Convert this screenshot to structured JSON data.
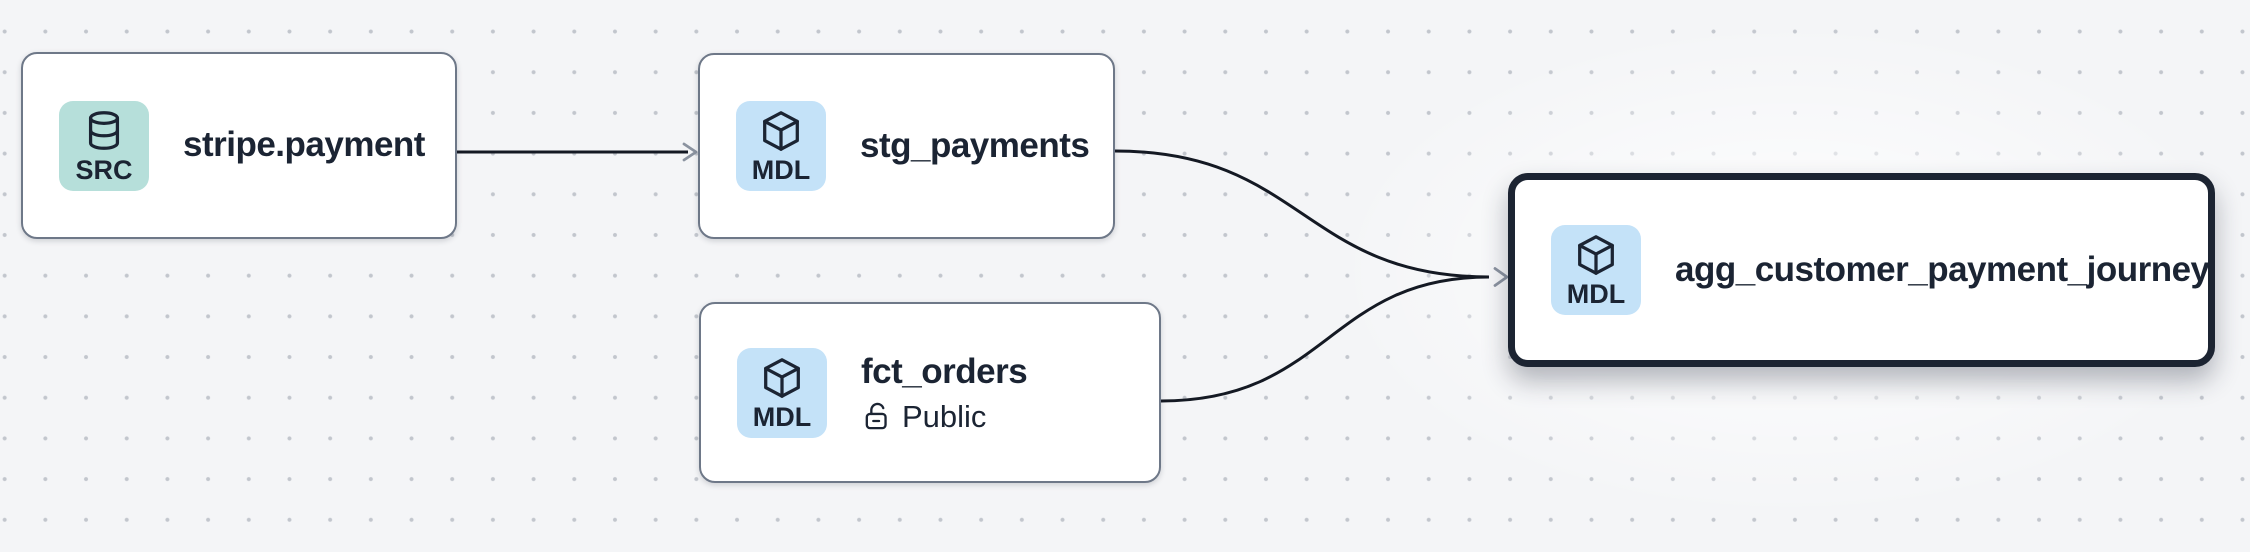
{
  "canvas": {
    "background": "#f4f5f7",
    "dot_color": "#c2c6cd"
  },
  "colors": {
    "node_border": "#6e7888",
    "selected_border": "#1c2432",
    "edge": "#141923",
    "arrowhead": "#8b93a0",
    "text": "#1b2433",
    "source_badge": "#b6dfda",
    "model_badge": "#c4e2f8",
    "node_fill": "#ffffff"
  },
  "nodes": [
    {
      "title": "stripe.payment",
      "badge": "SRC",
      "icon": "database-icon",
      "type": "source",
      "selected": false
    },
    {
      "title": "stg_payments",
      "badge": "MDL",
      "icon": "cube-icon",
      "type": "model",
      "selected": false
    },
    {
      "title": "fct_orders",
      "badge": "MDL",
      "icon": "cube-icon",
      "type": "model",
      "access": "Public",
      "access_icon": "lock-open-icon",
      "selected": false
    },
    {
      "title": "agg_customer_payment_journey",
      "badge": "MDL",
      "icon": "cube-icon",
      "type": "model",
      "selected": true
    }
  ],
  "edges": [
    {
      "from": "stripe.payment",
      "to": "stg_payments"
    },
    {
      "from": "stg_payments",
      "to": "agg_customer_payment_journey"
    },
    {
      "from": "fct_orders",
      "to": "agg_customer_payment_journey"
    }
  ]
}
